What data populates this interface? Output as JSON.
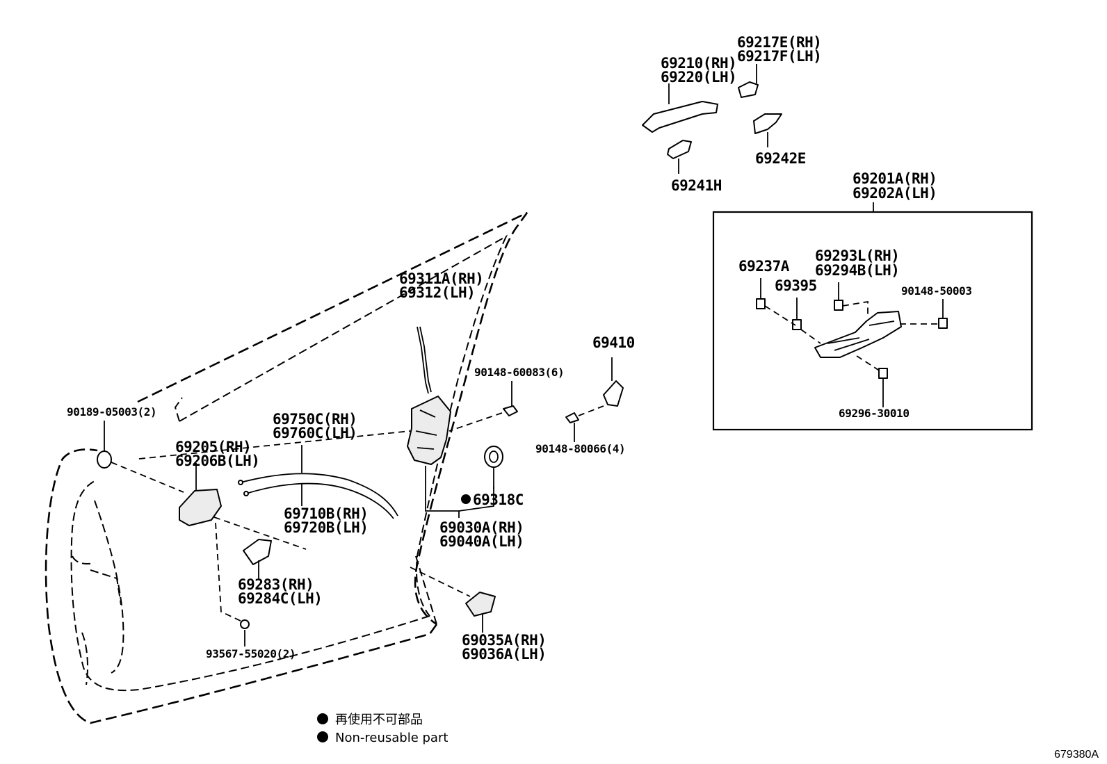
{
  "labels": {
    "handle_outer_1": "69210(RH)",
    "handle_outer_2": "69220(LH)",
    "cover_e_1": "69217E(RH)",
    "cover_e_2": "69217F(LH)",
    "pad_h": "69241H",
    "pad_e": "69242E",
    "frame_1": "69201A(RH)",
    "frame_2": "69202A(LH)",
    "spring_a": "69237A",
    "part_69395": "69395",
    "lever_1": "69293L(RH)",
    "lever_2": "69294B(LH)",
    "screw_50003": "90148-50003",
    "screw_30010": "69296-30010",
    "rod_1": "69311A(RH)",
    "rod_2": "69312(LH)",
    "screw_60083": "90148-60083(6)",
    "striker": "69410",
    "screw_80066": "90148-80066(4)",
    "clip_05003": "90189-05003(2)",
    "cable_a_1": "69750C(RH)",
    "cable_a_2": "69760C(LH)",
    "inner_handle_1": "69205(RH)",
    "inner_handle_2": "69206B(LH)",
    "cable_b_1": "69710B(RH)",
    "cable_b_2": "69720B(LH)",
    "seal": "69318C",
    "lock_1": "69030A(RH)",
    "lock_2": "69040A(LH)",
    "bezel_1": "69283(RH)",
    "bezel_2": "69284C(LH)",
    "screw_55020": "93567-55020(2)",
    "cover_1": "69035A(RH)",
    "cover_2": "69036A(LH)"
  },
  "legend": {
    "line_ja": "再使用不可部品",
    "line_en": "Non-reusable part"
  },
  "ref_code": "679380A"
}
